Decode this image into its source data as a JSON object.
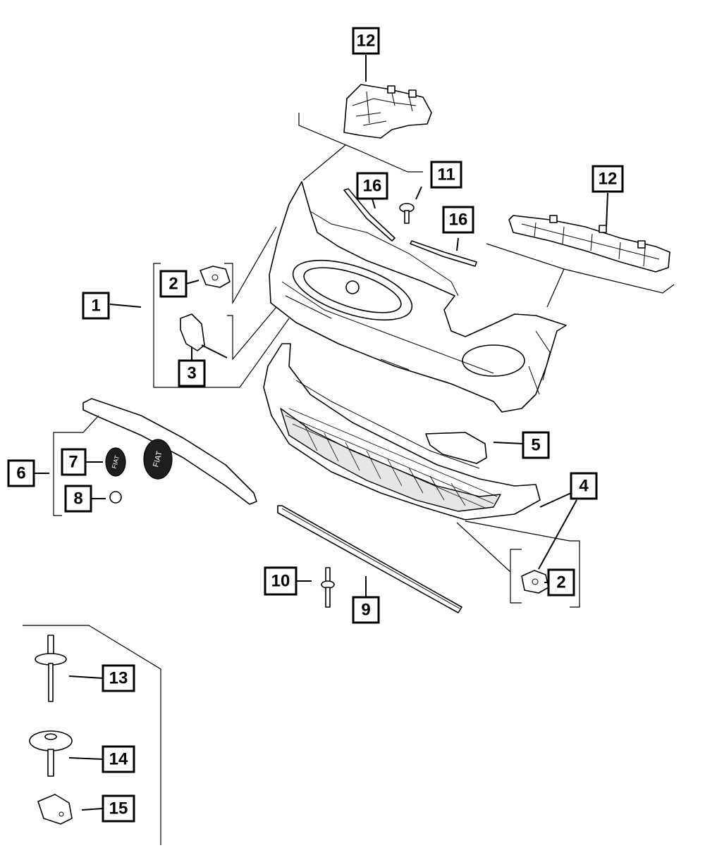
{
  "diagram": {
    "callouts": [
      {
        "id": "c1",
        "label": "1"
      },
      {
        "id": "c2a",
        "label": "2"
      },
      {
        "id": "c2b",
        "label": "2"
      },
      {
        "id": "c3",
        "label": "3"
      },
      {
        "id": "c4",
        "label": "4"
      },
      {
        "id": "c5",
        "label": "5"
      },
      {
        "id": "c6",
        "label": "6"
      },
      {
        "id": "c7",
        "label": "7"
      },
      {
        "id": "c8",
        "label": "8"
      },
      {
        "id": "c9",
        "label": "9"
      },
      {
        "id": "c10",
        "label": "10"
      },
      {
        "id": "c11",
        "label": "11"
      },
      {
        "id": "c12a",
        "label": "12"
      },
      {
        "id": "c12b",
        "label": "12"
      },
      {
        "id": "c13",
        "label": "13"
      },
      {
        "id": "c14",
        "label": "14"
      },
      {
        "id": "c15",
        "label": "15"
      },
      {
        "id": "c16a",
        "label": "16"
      },
      {
        "id": "c16b",
        "label": "16"
      }
    ],
    "badge_lettering": "FIAT",
    "colors": {
      "ink": "#000000",
      "paper": "#ffffff",
      "shade": "#e6e6e6"
    }
  }
}
